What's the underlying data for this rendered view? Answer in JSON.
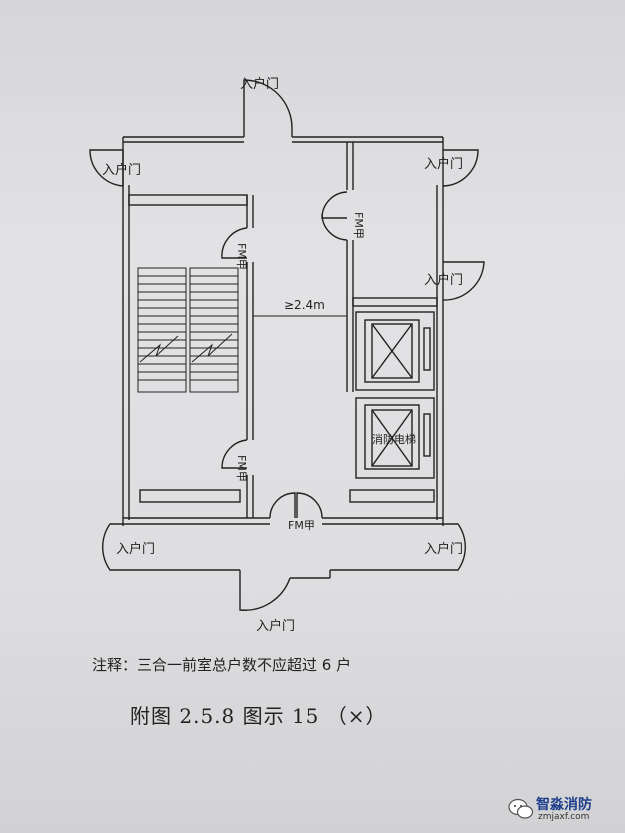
{
  "plan": {
    "door_label": "入户门",
    "fire_door_label": "FM甲",
    "dimension_label": "≥2.4m",
    "fire_elevator_label": "消防电梯"
  },
  "note": "注释：三合一前室总户数不应超过 6 户",
  "caption": "附图  2.5.8 图示 15  （×）",
  "watermark": {
    "title": "智淼消防",
    "url": "zmjaxf.com"
  }
}
